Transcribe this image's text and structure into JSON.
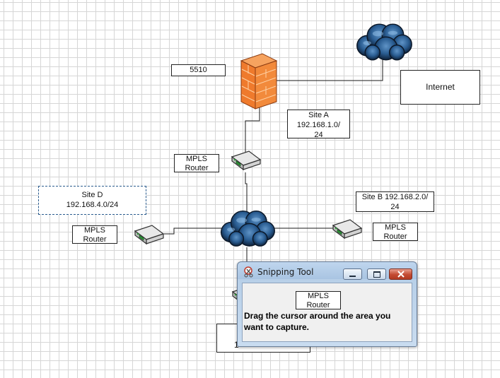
{
  "labels": {
    "model": "5510",
    "internet": "Internet",
    "site_a": "Site A\n192.168.1.0/\n24",
    "site_b": "Site B 192.168.2.0/\n24",
    "site_d": "Site D\n192.168.4.0/24",
    "router_top": "MPLS\nRouter",
    "router_left": "MPLS\nRouter",
    "router_right": "MPLS\nRouter",
    "router_bottom": "MPLS\nRouter",
    "bottom_partial": "1"
  },
  "snipping_tool": {
    "title": "Snipping Tool",
    "message": "Drag the cursor around the area you want to capture."
  },
  "icons": {
    "firewall": "firewall-icon",
    "cloud": "cloud-icon",
    "router": "router-icon",
    "scissors": "scissors-icon"
  },
  "colors": {
    "firewall": "#ef7a2c",
    "cloud": "#1f4f80",
    "router_accent": "#2f9a3a",
    "grid": "#d6d6d6"
  }
}
